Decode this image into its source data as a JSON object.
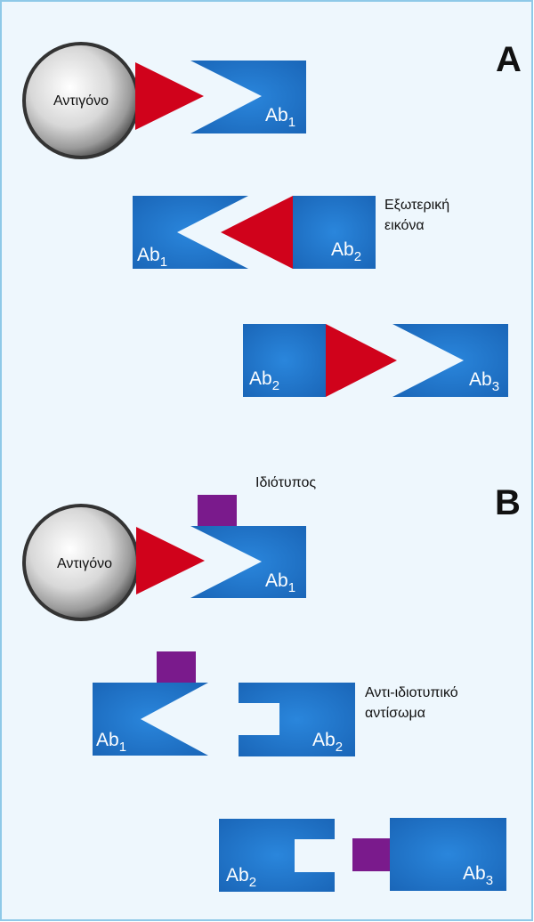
{
  "panels": {
    "a": {
      "label": "A"
    },
    "b": {
      "label": "B"
    }
  },
  "antigen": {
    "label": "Αντιγόνο"
  },
  "antibodies": {
    "ab1": {
      "base": "Ab",
      "sub": "1"
    },
    "ab2": {
      "base": "Ab",
      "sub": "2"
    },
    "ab3": {
      "base": "Ab",
      "sub": "3"
    }
  },
  "annotations": {
    "internal_image_line1": "Εξωτερική",
    "internal_image_line2": "εικόνα",
    "idiotype": "Ιδιότυπος",
    "anti_idiotypic_line1": "Αντι-ιδιοτυπικό",
    "anti_idiotypic_line2": "αντίσωμα"
  },
  "colors": {
    "background": "#eef7fd",
    "border": "#8ec9e8",
    "antibody_blue": "#1f72c6",
    "antibody_blue_dark": "#165fae",
    "epitope_red": "#d0021b",
    "idiotype_purple": "#7a1a8c"
  }
}
